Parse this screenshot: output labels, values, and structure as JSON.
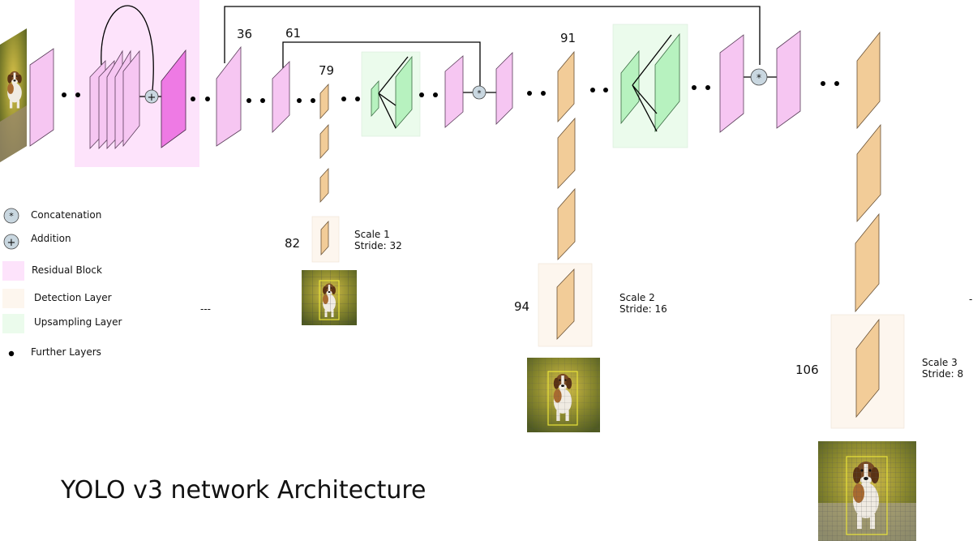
{
  "title": "YOLO v3 network Architecture",
  "layer_numbers": {
    "l36": "36",
    "l61": "61",
    "l79": "79",
    "l82": "82",
    "l91": "91",
    "l94": "94",
    "l106": "106"
  },
  "scales": [
    {
      "name": "Scale 1",
      "stride": "Stride: 32"
    },
    {
      "name": "Scale 2",
      "stride": "Stride: 16"
    },
    {
      "name": "Scale 3",
      "stride": "Stride: 8"
    }
  ],
  "legend": [
    {
      "label": "Concatenation",
      "symbol": "*"
    },
    {
      "label": "Addition",
      "symbol": "+"
    },
    {
      "label": "Residual Block",
      "color": "#fde3fb"
    },
    {
      "label": "Detection Layer",
      "color": "#fdf6ee"
    },
    {
      "label": "Upsampling Layer",
      "color": "#ebfbec"
    },
    {
      "label": "Further Layers"
    }
  ],
  "ellipsis": "---",
  "ellipsis_right": "-",
  "colors": {
    "residual_bg": "#fde3fb",
    "detection_bg": "#fdf6ee",
    "upsampling_bg": "#ebfbec",
    "conv_layer": "#f6c6f2",
    "residual_out": "#ee7ae4",
    "detection_layer": "#f2cc98",
    "upsample_layer": "#b7f2bf",
    "op_circle": "#c9d7e0"
  },
  "icons": {
    "input_image": "beagle-photo",
    "scale_grids": [
      "beagle-grid-13",
      "beagle-grid-26",
      "beagle-grid-52"
    ]
  }
}
